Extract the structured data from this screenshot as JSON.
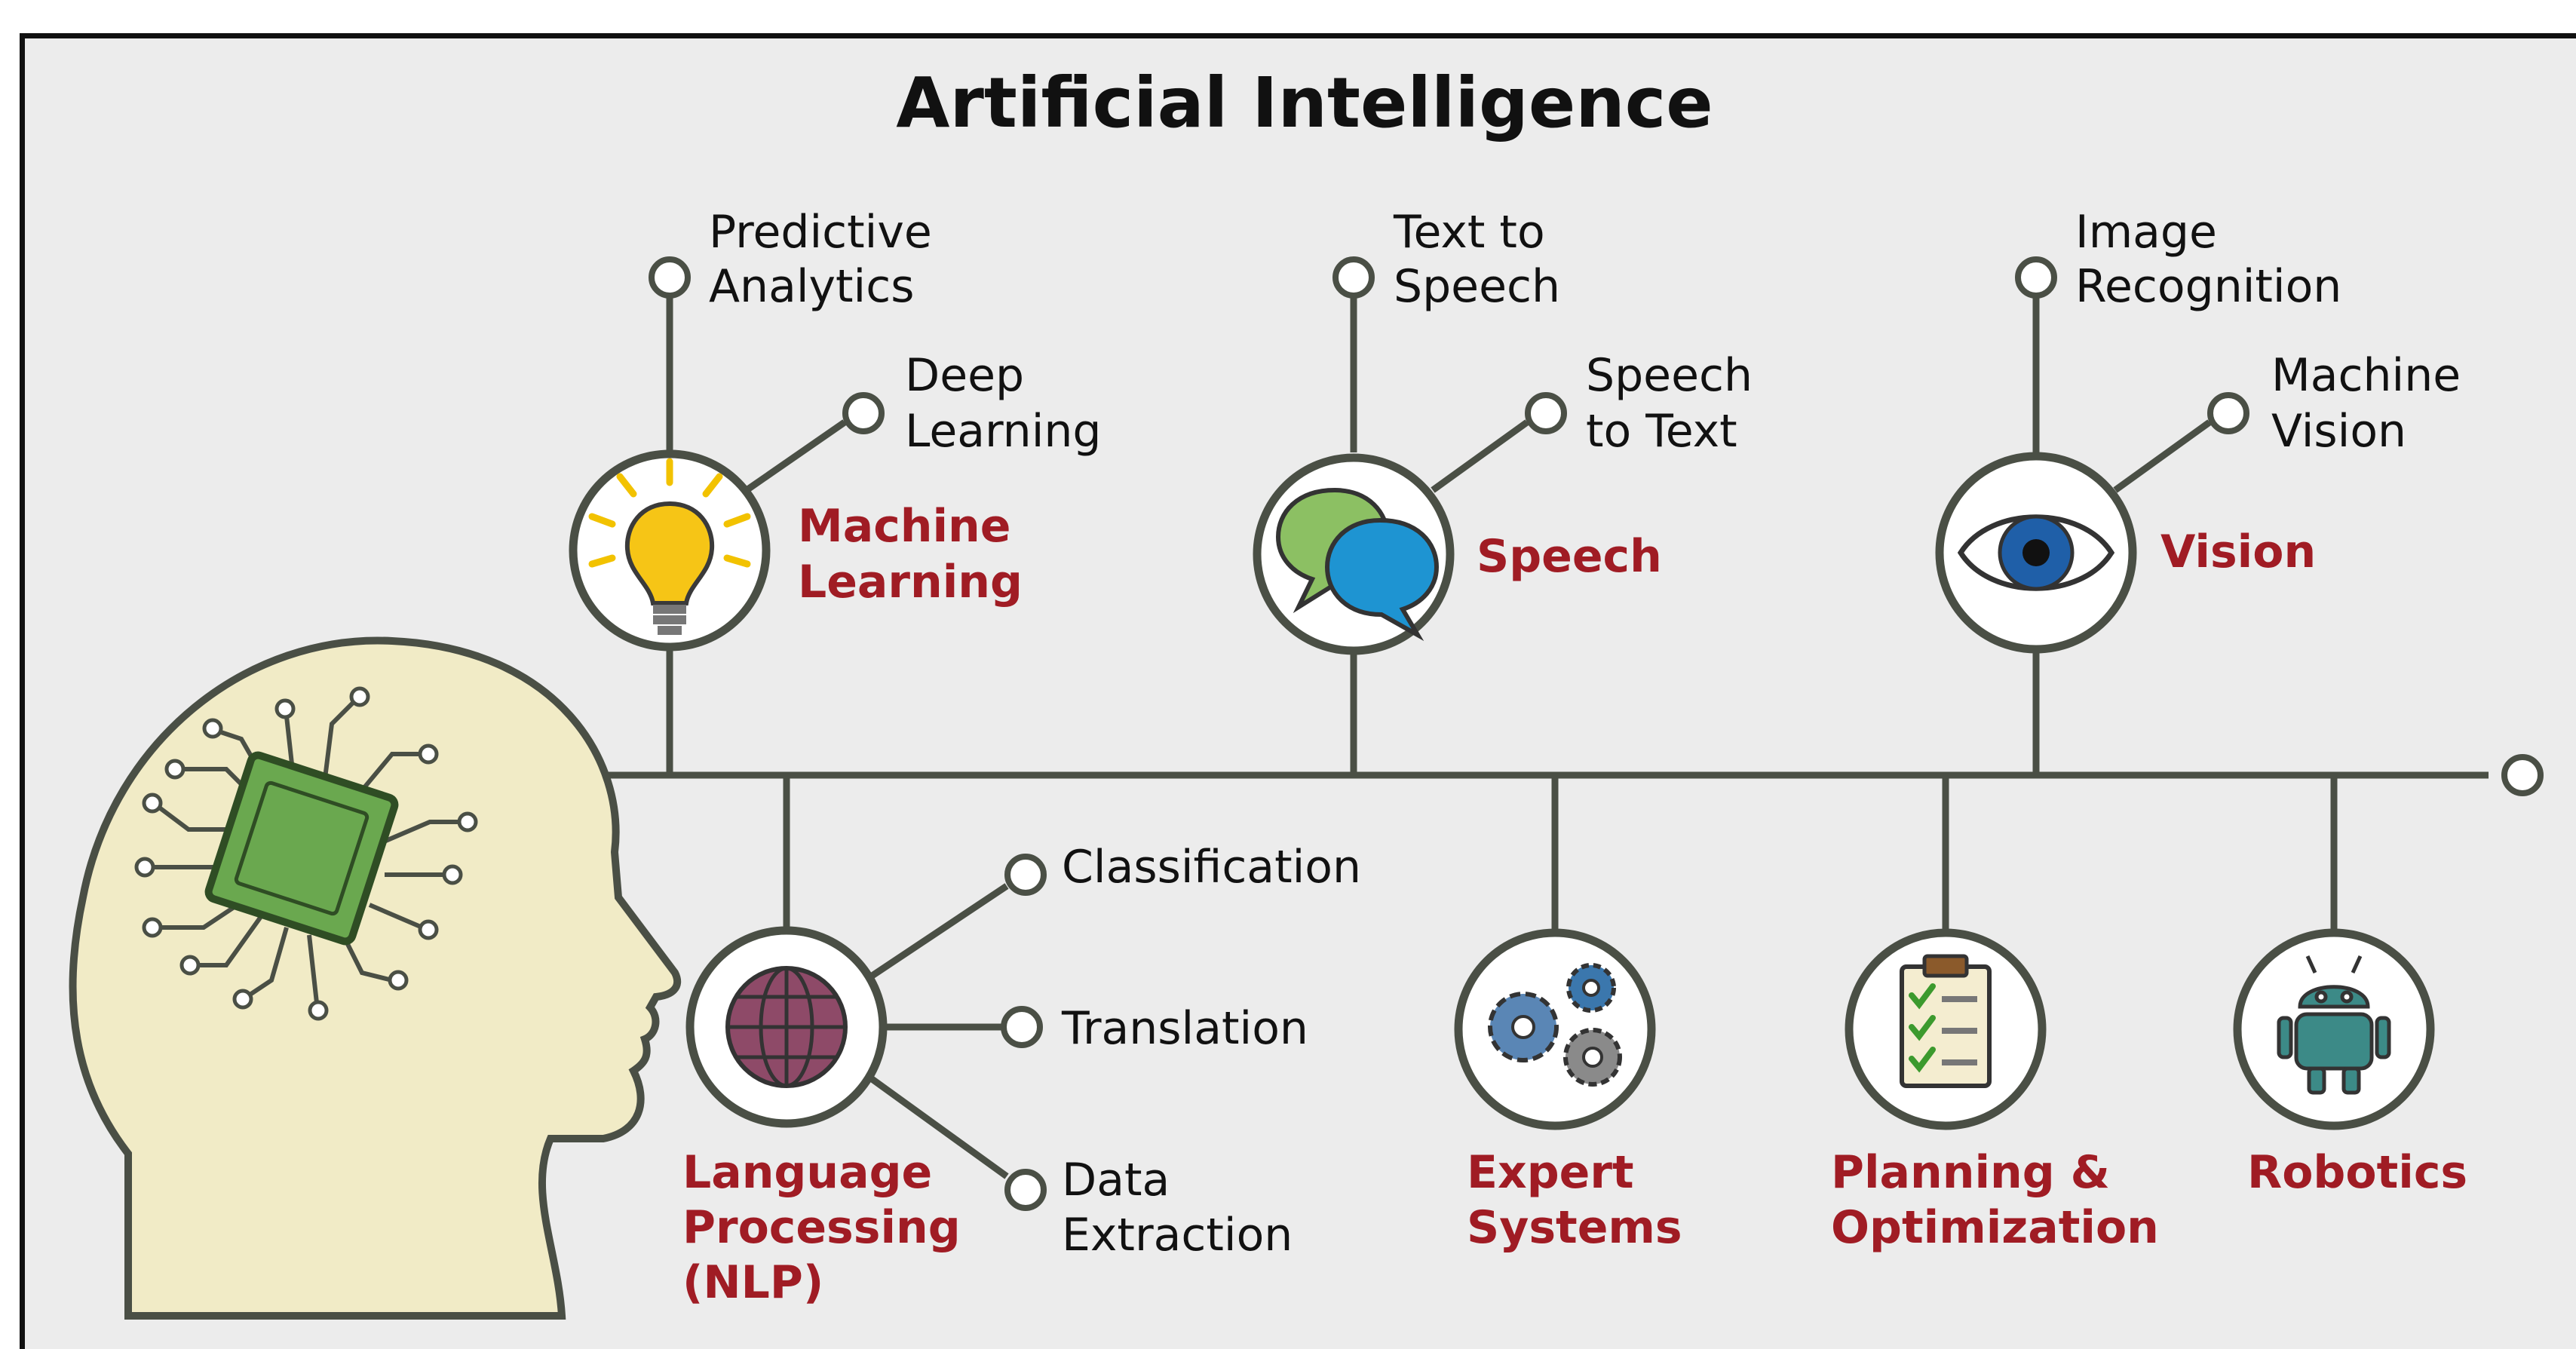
{
  "title": "Artificial Intelligence",
  "colors": {
    "background": "#ececec",
    "line": "#4a4f45",
    "category": "#a01c24",
    "head": "#f1ebc6",
    "chip": "#6aa84f"
  },
  "categories": [
    {
      "id": "ml",
      "label_lines": [
        "Machine",
        "Learning"
      ],
      "icon": "lightbulb-icon",
      "leaves": [
        {
          "lines": [
            "Predictive",
            "Analytics"
          ]
        },
        {
          "lines": [
            "Deep",
            "Learning"
          ]
        }
      ]
    },
    {
      "id": "speech",
      "label_lines": [
        "Speech"
      ],
      "icon": "speech-bubbles-icon",
      "leaves": [
        {
          "lines": [
            "Text to",
            "Speech"
          ]
        },
        {
          "lines": [
            "Speech",
            "to Text"
          ]
        }
      ]
    },
    {
      "id": "vision",
      "label_lines": [
        "Vision"
      ],
      "icon": "eye-icon",
      "leaves": [
        {
          "lines": [
            "Image",
            "Recognition"
          ]
        },
        {
          "lines": [
            "Machine",
            "Vision"
          ]
        }
      ]
    },
    {
      "id": "nlp",
      "label_lines": [
        "Language",
        "Processing",
        "(NLP)"
      ],
      "icon": "globe-icon",
      "leaves": [
        {
          "lines": [
            "Classification"
          ]
        },
        {
          "lines": [
            "Translation"
          ]
        },
        {
          "lines": [
            "Data",
            "Extraction"
          ]
        }
      ]
    },
    {
      "id": "expert",
      "label_lines": [
        "Expert",
        "Systems"
      ],
      "icon": "gears-icon",
      "leaves": []
    },
    {
      "id": "planning",
      "label_lines": [
        "Planning &",
        "Optimization"
      ],
      "icon": "clipboard-checklist-icon",
      "leaves": []
    },
    {
      "id": "robotics",
      "label_lines": [
        "Robotics"
      ],
      "icon": "robot-icon",
      "leaves": []
    }
  ]
}
